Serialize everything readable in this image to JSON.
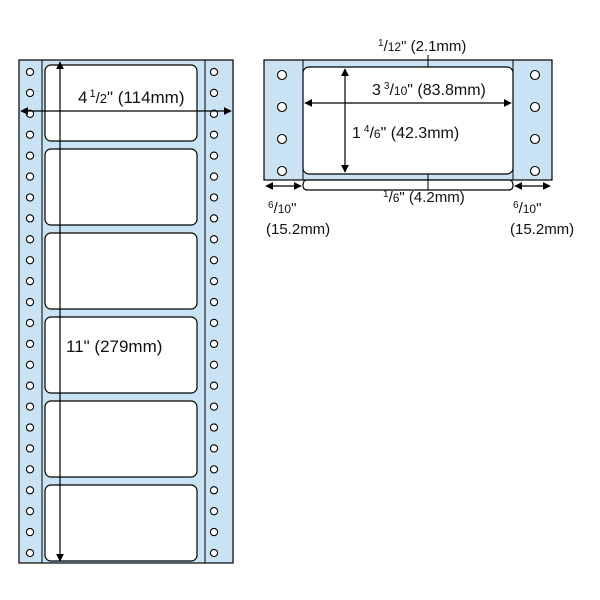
{
  "colors": {
    "paper": "#c9e3f5",
    "label": "#ffffff",
    "line": "#000000"
  },
  "left_sheet": {
    "width_label": {
      "whole": "4",
      "num": "1",
      "den": "2",
      "rest": "\" (114mm)"
    },
    "height_label": "11\" (279mm)",
    "label_count": 6,
    "holes_per_side": 24
  },
  "right_sheet": {
    "top_gap": {
      "num": "1",
      "den": "12",
      "rest": "\" (2.1mm)"
    },
    "inner_width": {
      "whole": "3",
      "num": "3",
      "den": "10",
      "rest": "\" (83.8mm)"
    },
    "inner_height": {
      "whole": "1",
      "num": "4",
      "den": "6",
      "rest": "\" (42.3mm)"
    },
    "bottom_gap": {
      "num": "1",
      "den": "6",
      "rest": "\" (4.2mm)"
    },
    "left_margin": {
      "num": "6",
      "den": "10",
      "rest": "\"",
      "metric": "(15.2mm)"
    },
    "right_margin": {
      "num": "6",
      "den": "10",
      "rest": "\"",
      "metric": "(15.2mm)"
    },
    "holes_per_side": 4
  }
}
